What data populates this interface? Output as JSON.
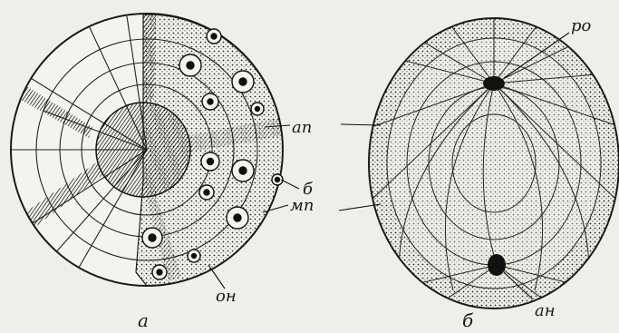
{
  "figure": {
    "panel_a": {
      "caption": "а",
      "labels": {
        "ambulacral_plate": "ап",
        "tubercle": "б",
        "interambulacral_plate": "мп",
        "spine_base": "он"
      }
    },
    "panel_b": {
      "caption": "б",
      "labels": {
        "mouth_opening": "ро",
        "anal_opening": "ан"
      }
    }
  }
}
